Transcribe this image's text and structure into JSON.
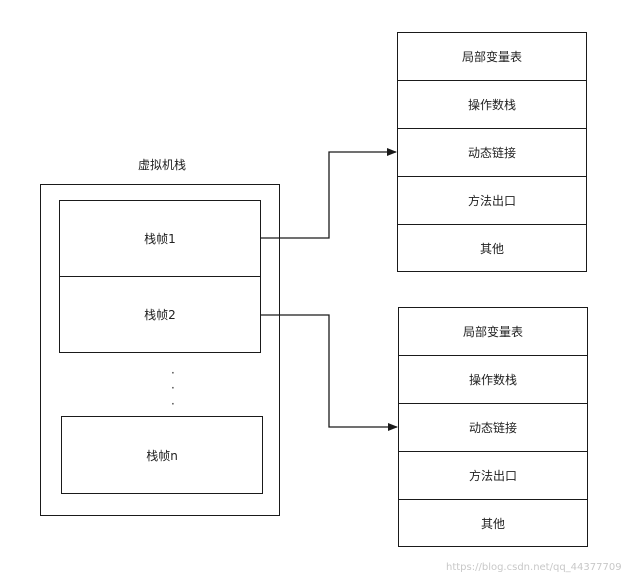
{
  "jvm_stack": {
    "title": "虚拟机栈",
    "frames": [
      "栈帧1",
      "栈帧2",
      "栈帧n"
    ],
    "ellipsis": [
      "·",
      "·",
      "·"
    ]
  },
  "frame_details": [
    {
      "rows": [
        "局部变量表",
        "操作数栈",
        "动态链接",
        "方法出口",
        "其他"
      ]
    },
    {
      "rows": [
        "局部变量表",
        "操作数栈",
        "动态链接",
        "方法出口",
        "其他"
      ]
    }
  ],
  "watermark": "https://blog.csdn.net/qq_44377709"
}
